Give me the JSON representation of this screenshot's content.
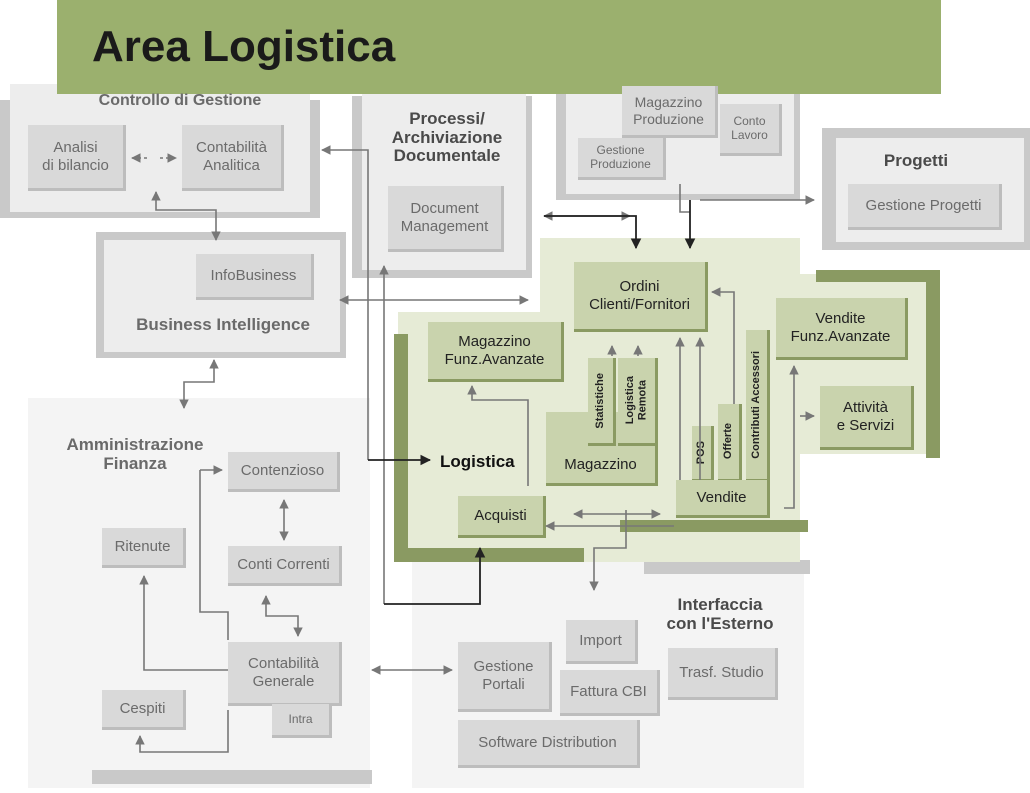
{
  "title": "Area Logistica",
  "colors": {
    "title_bar": "#9bb06e",
    "green_box": "#c9d3ad",
    "green_accent": "#8a9a62",
    "panel": "#ededed",
    "box": "#d9d9d9"
  },
  "controllo": {
    "heading": "Controllo di Gestione",
    "analisi": "Analisi\ndi bilancio",
    "contabilita": "Contabilità\nAnalitica"
  },
  "processi": {
    "heading": "Processi/\nArchiviazione\nDocumentale",
    "document": "Document\nManagement"
  },
  "magazzino_prod": {
    "magazzino": "Magazzino\nProduzione",
    "conto": "Conto\nLavoro",
    "gestione": "Gestione\nProduzione"
  },
  "progetti": {
    "heading": "Progetti",
    "gestione": "Gestione Progetti"
  },
  "bi": {
    "infobusiness": "InfoBusiness",
    "heading": "Business Intelligence"
  },
  "logistica": {
    "ordini": "Ordini\nClienti/Fornitori",
    "magazzino_funz": "Magazzino\nFunz.Avanzate",
    "statistiche": "Statistiche",
    "logistica_remota": "Logistica\nRemota",
    "contributi": "Contributi Accessori",
    "pos": "POS",
    "offerte": "Offerte",
    "vendite_funz": "Vendite\nFunz.Avanzate",
    "attivita": "Attività\ne Servizi",
    "label": "Logistica",
    "magazzino": "Magazzino",
    "vendite": "Vendite",
    "acquisti": "Acquisti"
  },
  "amministrazione": {
    "heading": "Amministrazione\nFinanza",
    "contenzioso": "Contenzioso",
    "ritenute": "Ritenute",
    "conti_correnti": "Conti Correnti",
    "contabilita_generale": "Contabilità\nGenerale",
    "cespiti": "Cespiti",
    "intra": "Intra"
  },
  "interfaccia": {
    "heading": "Interfaccia\ncon l'Esterno",
    "import": "Import",
    "gestione_portali": "Gestione\nPortali",
    "trasf_studio": "Trasf. Studio",
    "fattura": "Fattura CBI",
    "software": "Software Distribution"
  }
}
